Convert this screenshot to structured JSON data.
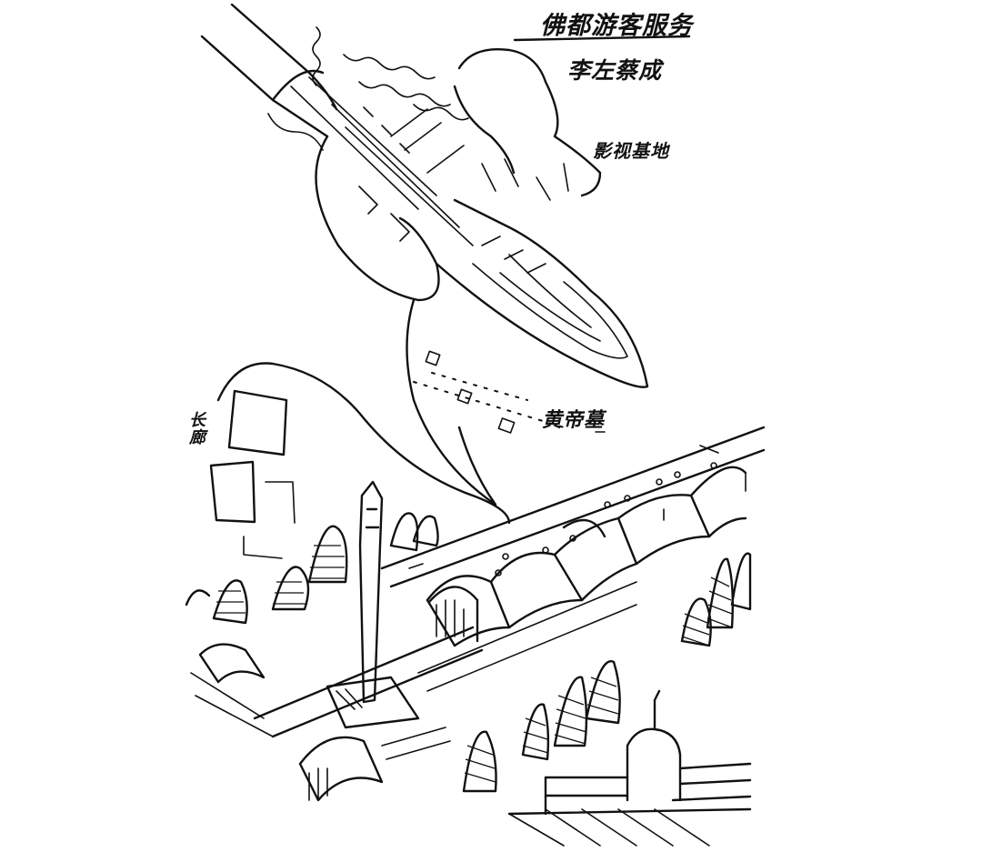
{
  "sketch": {
    "labels": {
      "top_right": "佛都游客服务",
      "name": "李左蔡成",
      "site": "影视基地",
      "tomb": "黄帝墓",
      "left_vertical": "长廊"
    },
    "ink_color": "#111111",
    "paper_color": "#ffffff"
  }
}
